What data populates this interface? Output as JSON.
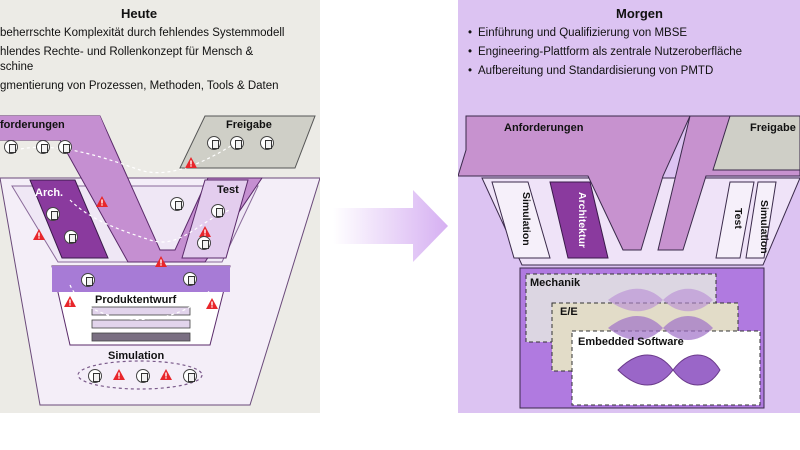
{
  "heute": {
    "title": "Heute",
    "bullets": [
      "beherrschte Komplexität durch fehlendes Systemmodell",
      "hlendes Rechte- und Rollenkonzept für Mensch &",
      "schine",
      "gmentierung von Prozessen, Methoden, Tools & Daten"
    ],
    "labels": {
      "anforderungen": "forderungen",
      "freigabe": "Freigabe",
      "arch": "Arch.",
      "test": "Test",
      "produktentwurf": "Produktentwurf",
      "simulation": "Simulation"
    }
  },
  "morgen": {
    "title": "Morgen",
    "bullets": [
      "Einführung und Qualifizierung von MBSE",
      "Engineering-Plattform als zentrale Nutzeroberfläche",
      "Aufbereitung und Standardisierung von PMTD"
    ],
    "labels": {
      "anforderungen": "Anforderungen",
      "freigabe": "Freigabe",
      "simulation_left": "Simulation",
      "architektur": "Architektur",
      "test": "Test",
      "simulation_right": "Simulation",
      "mechanik": "Mechanik",
      "ee": "E/E",
      "embedded": "Embedded Software"
    }
  },
  "colors": {
    "left_bg": "#ecebe6",
    "right_bg": "#dcc3f2",
    "purple_dark": "#7b2d8e",
    "purple_mid": "#b47cc7",
    "purple_light": "#e8d8f0",
    "grey_panel": "#cfcfc7",
    "warning": "#e8262b",
    "arrow": "#d9b8f0"
  }
}
